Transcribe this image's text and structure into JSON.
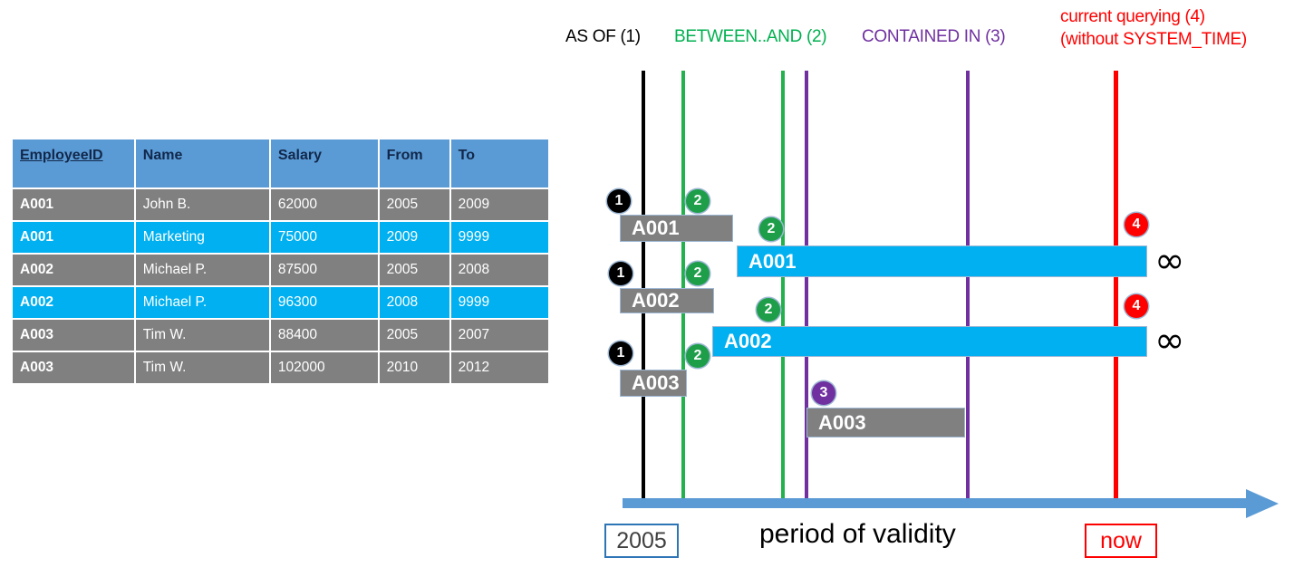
{
  "table": {
    "headers": [
      "EmployeeID",
      "Name",
      "Salary",
      "From",
      "To"
    ],
    "rows": [
      {
        "style": "gray",
        "cells": [
          "A001",
          "John  B.",
          "62000",
          "2005",
          "2009"
        ]
      },
      {
        "style": "cyan",
        "cells": [
          "A001",
          "Marketing",
          "75000",
          "2009",
          "9999"
        ]
      },
      {
        "style": "gray",
        "cells": [
          "A002",
          "Michael P.",
          "87500",
          "2005",
          "2008"
        ]
      },
      {
        "style": "cyan",
        "cells": [
          "A002",
          "Michael P.",
          "96300",
          "2008",
          "9999"
        ]
      },
      {
        "style": "gray",
        "cells": [
          "A003",
          "Tim W.",
          "88400",
          "2005",
          "2007"
        ]
      },
      {
        "style": "gray",
        "cells": [
          "A003",
          "Tim W.",
          "102000",
          "2010",
          "2012"
        ]
      }
    ],
    "colors": {
      "header": "#5B9BD5",
      "gray": "#808080",
      "cyan": "#00B0F0"
    }
  },
  "legend": {
    "as_of": "AS OF (1)",
    "between_and": "BETWEEN..AND (2)",
    "contained_in": "CONTAINED IN (3)",
    "current_line1": "current querying (4)",
    "current_line2": "(without SYSTEM_TIME)",
    "colors": {
      "as_of": "#000000",
      "between_and": "#00B050",
      "contained_in": "#7030A0",
      "current": "#FF0000"
    }
  },
  "diagram": {
    "bars": [
      {
        "label": "A001",
        "style": "gray"
      },
      {
        "label": "A001",
        "style": "cyan"
      },
      {
        "label": "A002",
        "style": "gray"
      },
      {
        "label": "A002",
        "style": "cyan"
      },
      {
        "label": "A003",
        "style": "gray"
      },
      {
        "label": "A003",
        "style": "gray"
      }
    ],
    "badges": [
      "1",
      "2",
      "2",
      "1",
      "2",
      "2",
      "1",
      "2",
      "3",
      "4",
      "4"
    ],
    "infinity_symbol": "∞",
    "axis": {
      "start_label": "2005",
      "end_label": "now",
      "caption": "period of validity"
    }
  }
}
